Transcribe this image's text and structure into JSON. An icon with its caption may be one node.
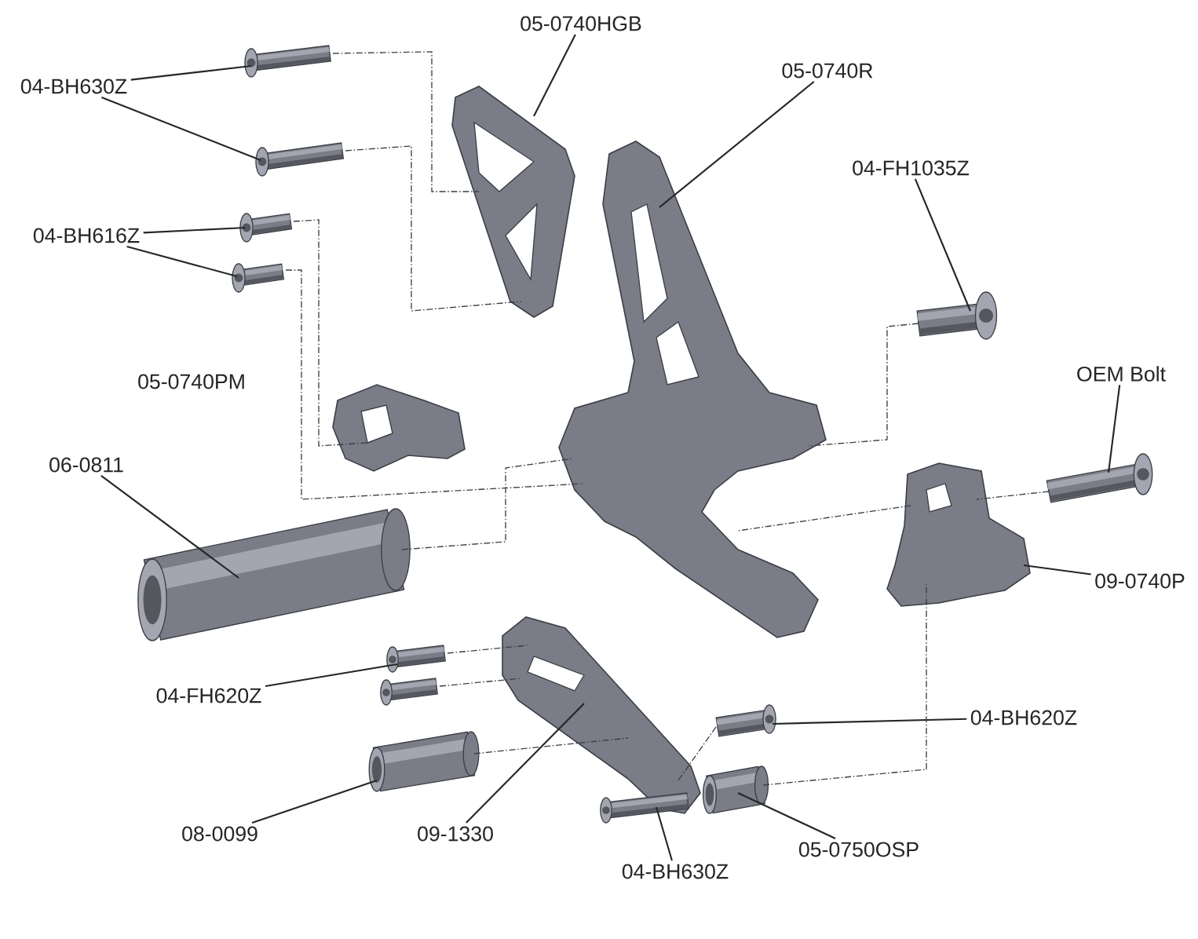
{
  "diagram": {
    "nodes": [
      {
        "text": [
          "05-0740HGB"
        ]
      },
      {
        "text": [
          "04-BH630Z"
        ]
      },
      {
        "text": [
          "05-0740R"
        ]
      },
      {
        "text": [
          "04-BH616Z"
        ]
      },
      {
        "text": [
          "04-FH1035Z"
        ]
      },
      {
        "text": [
          "OEM Bolt"
        ]
      },
      {
        "text": [
          "06-0811"
        ]
      },
      {
        "text": [
          "09-0740P"
        ]
      },
      {
        "text": [
          "04-FH620Z"
        ]
      },
      {
        "text": [
          "04-BH620Z"
        ]
      },
      {
        "text": [
          "08-0099"
        ]
      },
      {
        "text": [
          "09-1330"
        ]
      },
      {
        "text": [
          "04-BH630Z"
        ]
      },
      {
        "text": [
          "05-0750OSP"
        ]
      },
      {
        "text": [],
        "shape": "picture"
      },
      {
        "text": [],
        "shape": "picture"
      },
      {
        "text": [],
        "shape": "picture"
      },
      {
        "text": [],
        "shape": "picture"
      },
      {
        "text": [],
        "shape": "picture"
      },
      {
        "text": [],
        "shape": "picture"
      },
      {
        "text": [],
        "shape": "picture"
      },
      {
        "text": [],
        "shape": "picture"
      },
      {
        "text": [],
        "shape": "picture"
      },
      {
        "text": [],
        "shape": "picture"
      },
      {
        "text": [],
        "shape": "picture"
      },
      {
        "text": [],
        "shape": "picture"
      },
      {
        "text": [],
        "shape": "picture"
      },
      {
        "text": [],
        "shape": "picture"
      },
      {
        "text": [],
        "shape": "picture"
      },
      {
        "text": [],
        "shape": "picture"
      },
      {
        "text": [],
        "shape": "picture"
      },
      {
        "text": [],
        "shape": "picture"
      }
    ],
    "edges": [
      {
        "from": 0,
        "to": 16,
        "arrow": "none"
      },
      {
        "from": 1,
        "to": 14,
        "arrow": "none"
      },
      {
        "from": 1,
        "to": 15,
        "arrow": "none"
      },
      {
        "from": 2,
        "to": 17,
        "arrow": "none"
      },
      {
        "from": 3,
        "to": 18,
        "arrow": "none"
      },
      {
        "from": 3,
        "to": 19,
        "arrow": "none"
      },
      {
        "from": 4,
        "to": 20,
        "arrow": "none"
      },
      {
        "from": 5,
        "to": 21,
        "arrow": "none"
      },
      {
        "from": 6,
        "to": 22,
        "arrow": "none"
      },
      {
        "from": 7,
        "to": 23,
        "arrow": "none"
      },
      {
        "from": 8,
        "to": 24,
        "arrow": "none"
      },
      {
        "from": 9,
        "to": 26,
        "arrow": "none"
      },
      {
        "from": 10,
        "to": 27,
        "arrow": "none"
      },
      {
        "from": 11,
        "to": 28,
        "arrow": "none"
      },
      {
        "from": 12,
        "to": 29,
        "arrow": "none"
      },
      {
        "from": 13,
        "to": 30,
        "arrow": "none"
      },
      {
        "from": 14,
        "to": 16,
        "arrow": "none",
        "style": "dashed"
      },
      {
        "from": 15,
        "to": 16,
        "arrow": "none",
        "style": "dashed"
      },
      {
        "from": 18,
        "to": 31,
        "arrow": "none",
        "style": "dashed"
      },
      {
        "from": 19,
        "to": 17,
        "arrow": "none",
        "style": "dashed"
      },
      {
        "from": 20,
        "to": 17,
        "arrow": "none",
        "style": "dashed"
      },
      {
        "from": 22,
        "to": 17,
        "arrow": "none",
        "style": "dashed"
      },
      {
        "from": 21,
        "to": 23,
        "arrow": "none",
        "style": "dashed"
      },
      {
        "from": 23,
        "to": 17,
        "arrow": "none",
        "style": "dashed"
      },
      {
        "from": 24,
        "to": 28,
        "arrow": "none",
        "style": "dashed"
      },
      {
        "from": 25,
        "to": 28,
        "arrow": "none",
        "style": "dashed"
      },
      {
        "from": 27,
        "to": 28,
        "arrow": "none",
        "style": "dashed"
      },
      {
        "from": 30,
        "to": 23,
        "arrow": "none",
        "style": "dashed"
      },
      {
        "from": 26,
        "to": 28,
        "arrow": "none",
        "style": "dashed"
      }
    ],
    "labels": [
      "05-0740PM"
    ]
  }
}
